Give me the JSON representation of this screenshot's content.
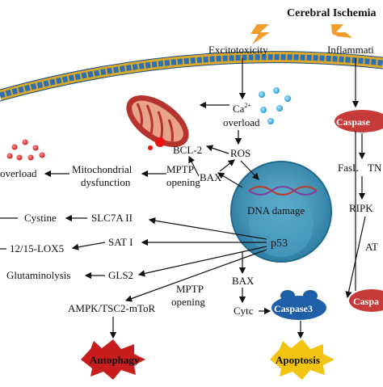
{
  "title": "Cerebral Ischemia",
  "triggers": {
    "excitotoxicity": "Excitotoxicity",
    "inflammation": "Inflammati"
  },
  "calcium": {
    "ca": "Ca",
    "sup": "2+",
    "overload": "overload"
  },
  "nodes": {
    "bcl2": "BCL-2",
    "ros": "ROS",
    "bax_top": "BAX",
    "mptp_top_1": "MPTP",
    "mptp_top_2": "opening",
    "mito_dys_1": "Mitochondrial",
    "mito_dys_2": "dysfunction",
    "iron_overload": "overload",
    "dna_damage": "DNA damage",
    "p53": "p53",
    "cystine": "Cystine",
    "slc7a11": "SLC7A II",
    "sat1": "SAT I",
    "lox": "12/15-LOX5",
    "gls2": "GLS2",
    "glutaminolysis": "Glutaminolysis",
    "bax_bottom": "BAX",
    "mptp_bottom_1": "MPTP",
    "mptp_bottom_2": "opening",
    "cytc": "Cytc",
    "ampk": "AMPK/TSC2-mToR",
    "caspase_top": "Caspase",
    "fasl": "FasL",
    "tn": "TN",
    "ripk": "RIPK",
    "at": "AT",
    "caspase_right": "Caspa",
    "caspase3": "Caspase3"
  },
  "outcomes": {
    "autophagy": "Autophagy",
    "apoptosis": "Apoptosis"
  },
  "colors": {
    "membrane_blue": "#2f6fb0",
    "membrane_yellow": "#f2c43a",
    "nucleus": "#3d8fb3",
    "mito": "#b5332c",
    "caspase": "#c73a3a",
    "caspase3": "#1f5fa8",
    "autophagy": "#c81d1d",
    "apoptosis": "#f1c40f",
    "lightning": "#f39c2e",
    "calcium": "#2aa8e0"
  }
}
